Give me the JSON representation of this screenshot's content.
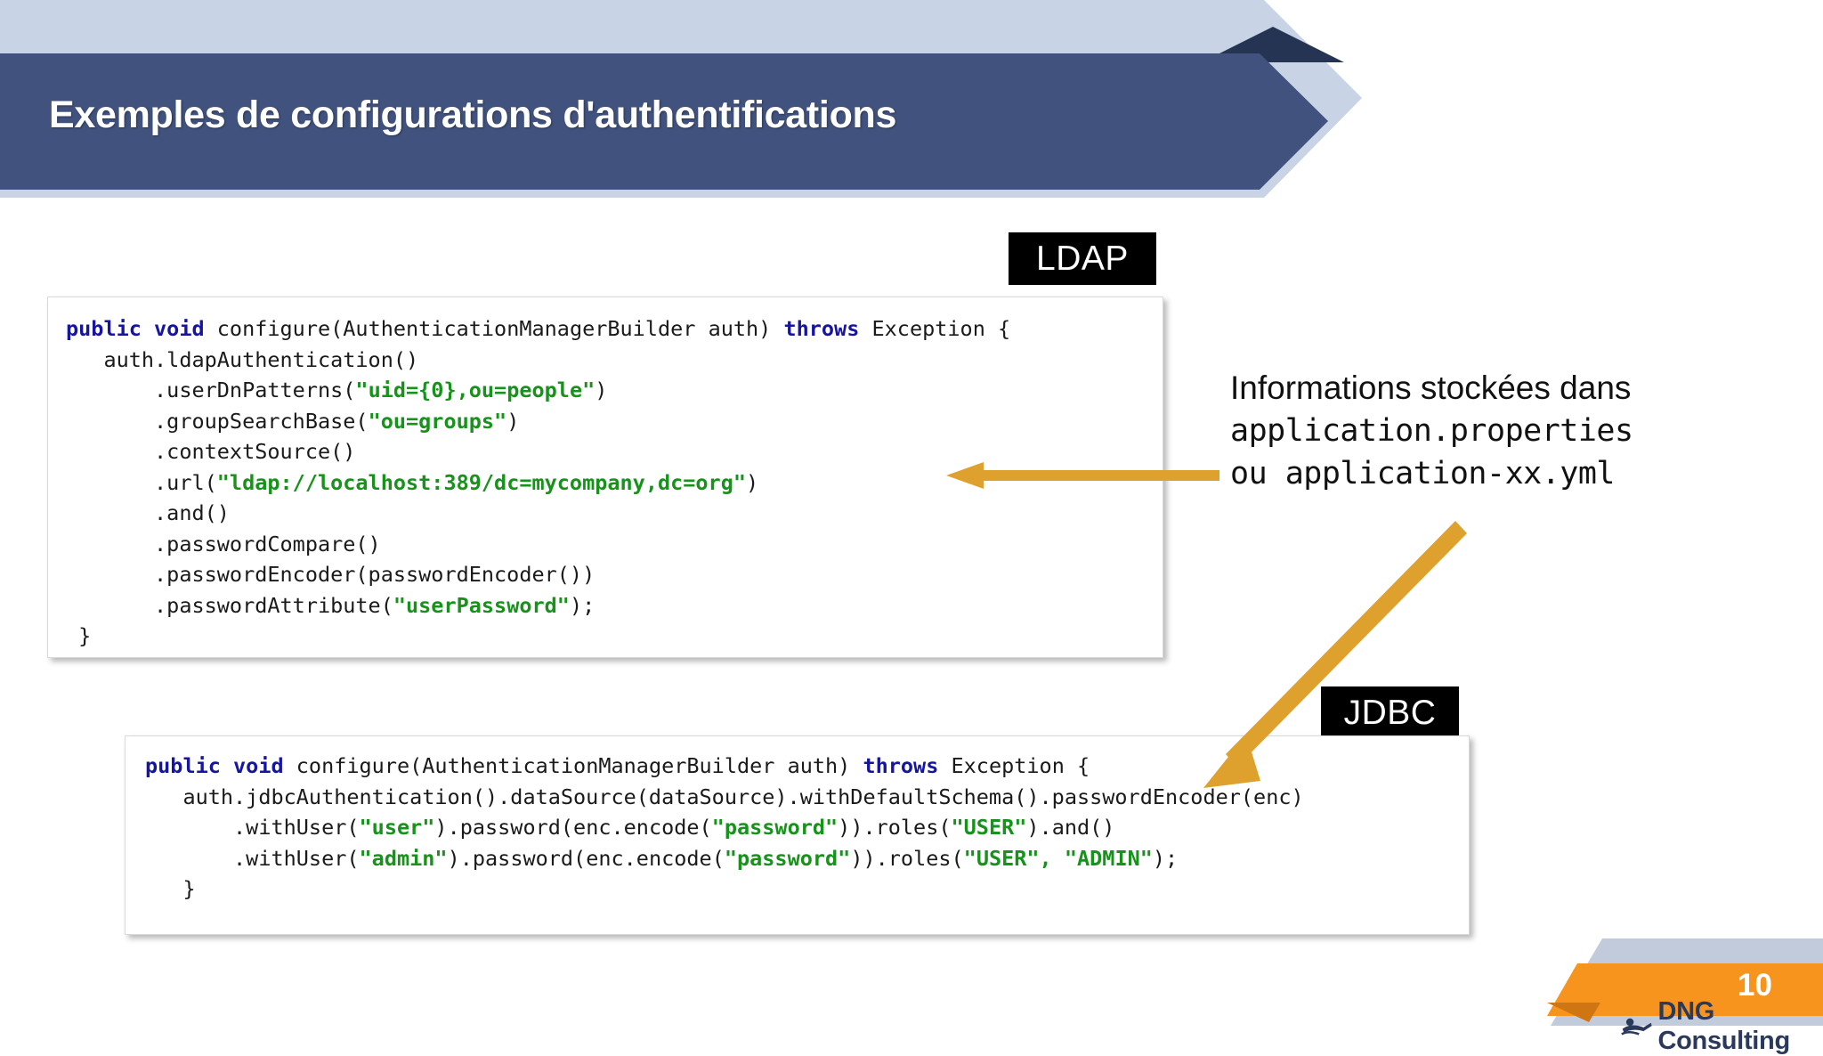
{
  "header": {
    "title": "Exemples de configurations d'authentifications",
    "band_color": "#41527e",
    "light_band_color": "#c8d3e5",
    "notch_color": "#263453",
    "title_color": "#ffffff"
  },
  "badges": {
    "ldap": "LDAP",
    "jdbc": "JDBC",
    "bg_color": "#000000",
    "text_color": "#ffffff"
  },
  "syntax_colors": {
    "keyword": "#1515a0",
    "string": "#17921b",
    "plain": "#1a1a1a"
  },
  "ldap_code": {
    "language": "java",
    "lines": [
      [
        {
          "t": "public void",
          "c": "kw"
        },
        {
          "t": " configure(AuthenticationManagerBuilder auth) ",
          "c": "plain"
        },
        {
          "t": "throws",
          "c": "kw"
        },
        {
          "t": " Exception {",
          "c": "plain"
        }
      ],
      [
        {
          "t": "   auth.ldapAuthentication()",
          "c": "plain"
        }
      ],
      [
        {
          "t": "       .userDnPatterns(",
          "c": "plain"
        },
        {
          "t": "\"uid={0},ou=people\"",
          "c": "str"
        },
        {
          "t": ")",
          "c": "plain"
        }
      ],
      [
        {
          "t": "       .groupSearchBase(",
          "c": "plain"
        },
        {
          "t": "\"ou=groups\"",
          "c": "str"
        },
        {
          "t": ")",
          "c": "plain"
        }
      ],
      [
        {
          "t": "       .contextSource()",
          "c": "plain"
        }
      ],
      [
        {
          "t": "       .url(",
          "c": "plain"
        },
        {
          "t": "\"ldap://localhost:389/dc=mycompany,dc=org\"",
          "c": "str"
        },
        {
          "t": ")",
          "c": "plain"
        }
      ],
      [
        {
          "t": "       .and()",
          "c": "plain"
        }
      ],
      [
        {
          "t": "       .passwordCompare()",
          "c": "plain"
        }
      ],
      [
        {
          "t": "       .passwordEncoder(passwordEncoder())",
          "c": "plain"
        }
      ],
      [
        {
          "t": "       .passwordAttribute(",
          "c": "plain"
        },
        {
          "t": "\"userPassword\"",
          "c": "str"
        },
        {
          "t": ");",
          "c": "plain"
        }
      ],
      [
        {
          "t": " }",
          "c": "plain"
        }
      ]
    ]
  },
  "jdbc_code": {
    "language": "java",
    "lines": [
      [
        {
          "t": "public void",
          "c": "kw"
        },
        {
          "t": " configure(AuthenticationManagerBuilder auth) ",
          "c": "plain"
        },
        {
          "t": "throws",
          "c": "kw"
        },
        {
          "t": " Exception {",
          "c": "plain"
        }
      ],
      [
        {
          "t": "   auth.jdbcAuthentication().dataSource(dataSource).withDefaultSchema().passwordEncoder(enc)",
          "c": "plain"
        }
      ],
      [
        {
          "t": "       .withUser(",
          "c": "plain"
        },
        {
          "t": "\"user\"",
          "c": "str"
        },
        {
          "t": ").password(enc.encode(",
          "c": "plain"
        },
        {
          "t": "\"password\"",
          "c": "str"
        },
        {
          "t": ")).roles(",
          "c": "plain"
        },
        {
          "t": "\"USER\"",
          "c": "str"
        },
        {
          "t": ").and()",
          "c": "plain"
        }
      ],
      [
        {
          "t": "       .withUser(",
          "c": "plain"
        },
        {
          "t": "\"admin\"",
          "c": "str"
        },
        {
          "t": ").password(enc.encode(",
          "c": "plain"
        },
        {
          "t": "\"password\"",
          "c": "str"
        },
        {
          "t": ")).roles(",
          "c": "plain"
        },
        {
          "t": "\"USER\", \"ADMIN\"",
          "c": "str"
        },
        {
          "t": ");",
          "c": "plain"
        }
      ],
      [
        {
          "t": "   }",
          "c": "plain"
        }
      ]
    ]
  },
  "annotation": {
    "line1": "Informations stockées dans",
    "line2": "application.properties",
    "line3": "ou application-xx.yml",
    "arrow_color": "#dfa12e"
  },
  "footer": {
    "page_number": "10",
    "brand": "DNG Consulting",
    "orange": "#f7941d",
    "orange_dark": "#cf7512",
    "grey": "#c2cbdc",
    "brand_color": "#2b3a5c"
  }
}
